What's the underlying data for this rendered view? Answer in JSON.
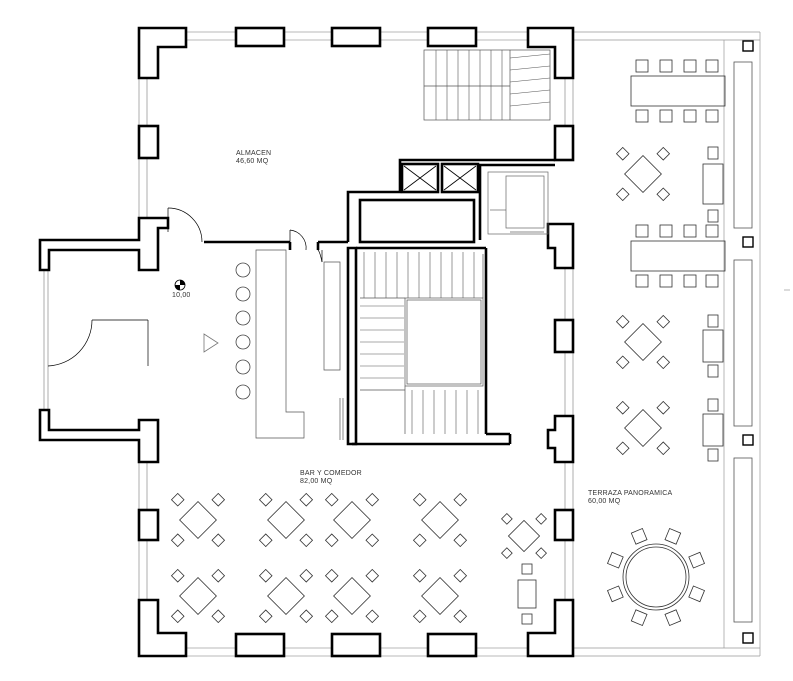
{
  "rooms": {
    "almacen": {
      "name": "ALMACEN",
      "area": "46,60 MQ"
    },
    "bar": {
      "name": "BAR Y COMEDOR",
      "area": "82,00 MQ"
    },
    "terraza": {
      "name": "TERRAZA PANORAMICA",
      "area": "60,00 MQ"
    }
  },
  "level": {
    "value": "10,00"
  },
  "colors": {
    "wall": "#000000",
    "line": "#555555",
    "light": "#999999",
    "background": "#ffffff"
  }
}
